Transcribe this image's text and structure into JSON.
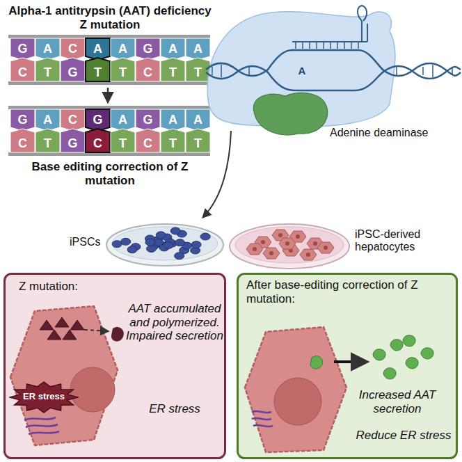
{
  "diagram": {
    "title": "Alpha-1 antitrypsin (AAT) deficiency Z mutation",
    "nodes": [
      {
        "text": [
          "iPSCs"
        ]
      },
      {
        "text": [
          "iPSC-derived hepatocytes"
        ]
      },
      {
        "text": [
          "Z mutation:",
          "AAT accumulated and polymerized. Impaired secretion",
          "ER stress"
        ]
      },
      {
        "text": [
          "ER stress"
        ],
        "in": 2
      },
      {
        "text": [
          "After base-editing correction of Z mutation:",
          "Increased AAT secretion",
          "Reduce ER stress"
        ]
      }
    ],
    "labels": [
      "G",
      "A",
      "C",
      "A",
      "A",
      "G",
      "A",
      "A",
      "C",
      "T",
      "G",
      "T",
      "T",
      "C",
      "T",
      "T",
      "G",
      "A",
      "C",
      "G",
      "A",
      "G",
      "A",
      "A",
      "C",
      "T",
      "G",
      "C",
      "T",
      "C",
      "T",
      "T",
      "Base editing correction of Z mutation",
      "A",
      "Adenine deaminase"
    ]
  }
}
